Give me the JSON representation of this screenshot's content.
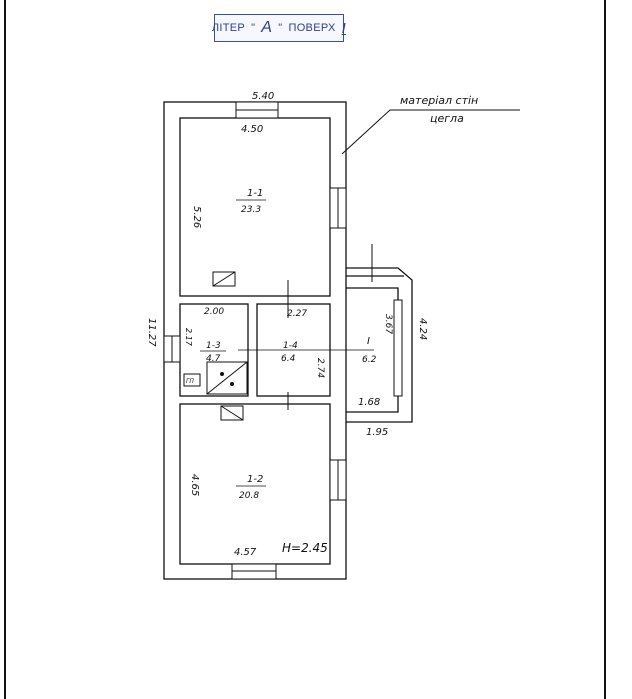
{
  "stamp": {
    "liter_label": "ЛІТЕР",
    "liter_value": "А",
    "floor_label": "ПОВЕРХ",
    "floor_value": "I"
  },
  "note": {
    "line1": "матеріал стін",
    "line2": "цегла"
  },
  "rooms": [
    {
      "id": "1-1",
      "name": "1-1",
      "area": "23.3"
    },
    {
      "id": "1-2",
      "name": "1-2",
      "area": "20.8"
    },
    {
      "id": "1-3",
      "name": "1-3",
      "area": "4.7"
    },
    {
      "id": "1-4",
      "name": "1-4",
      "area": "6.4"
    },
    {
      "id": "I",
      "name": "I",
      "area": "6.2"
    }
  ],
  "dimensions": {
    "top_outer": "5.40",
    "room1_width": "4.50",
    "room1_height": "5.26",
    "left_total": "11.27",
    "room3_width": "2.00",
    "room3_height": "2.17",
    "room4_width": "2.27",
    "room4_height": "2.74",
    "porch_height": "3.67",
    "porch_outer_height": "4.24",
    "porch_width": "1.68",
    "porch_outer_width": "1.95",
    "room2_height": "4.65",
    "room2_width": "4.57",
    "ceiling_height": "H=2.45"
  },
  "symbols": {
    "stove_label": "ГП"
  }
}
